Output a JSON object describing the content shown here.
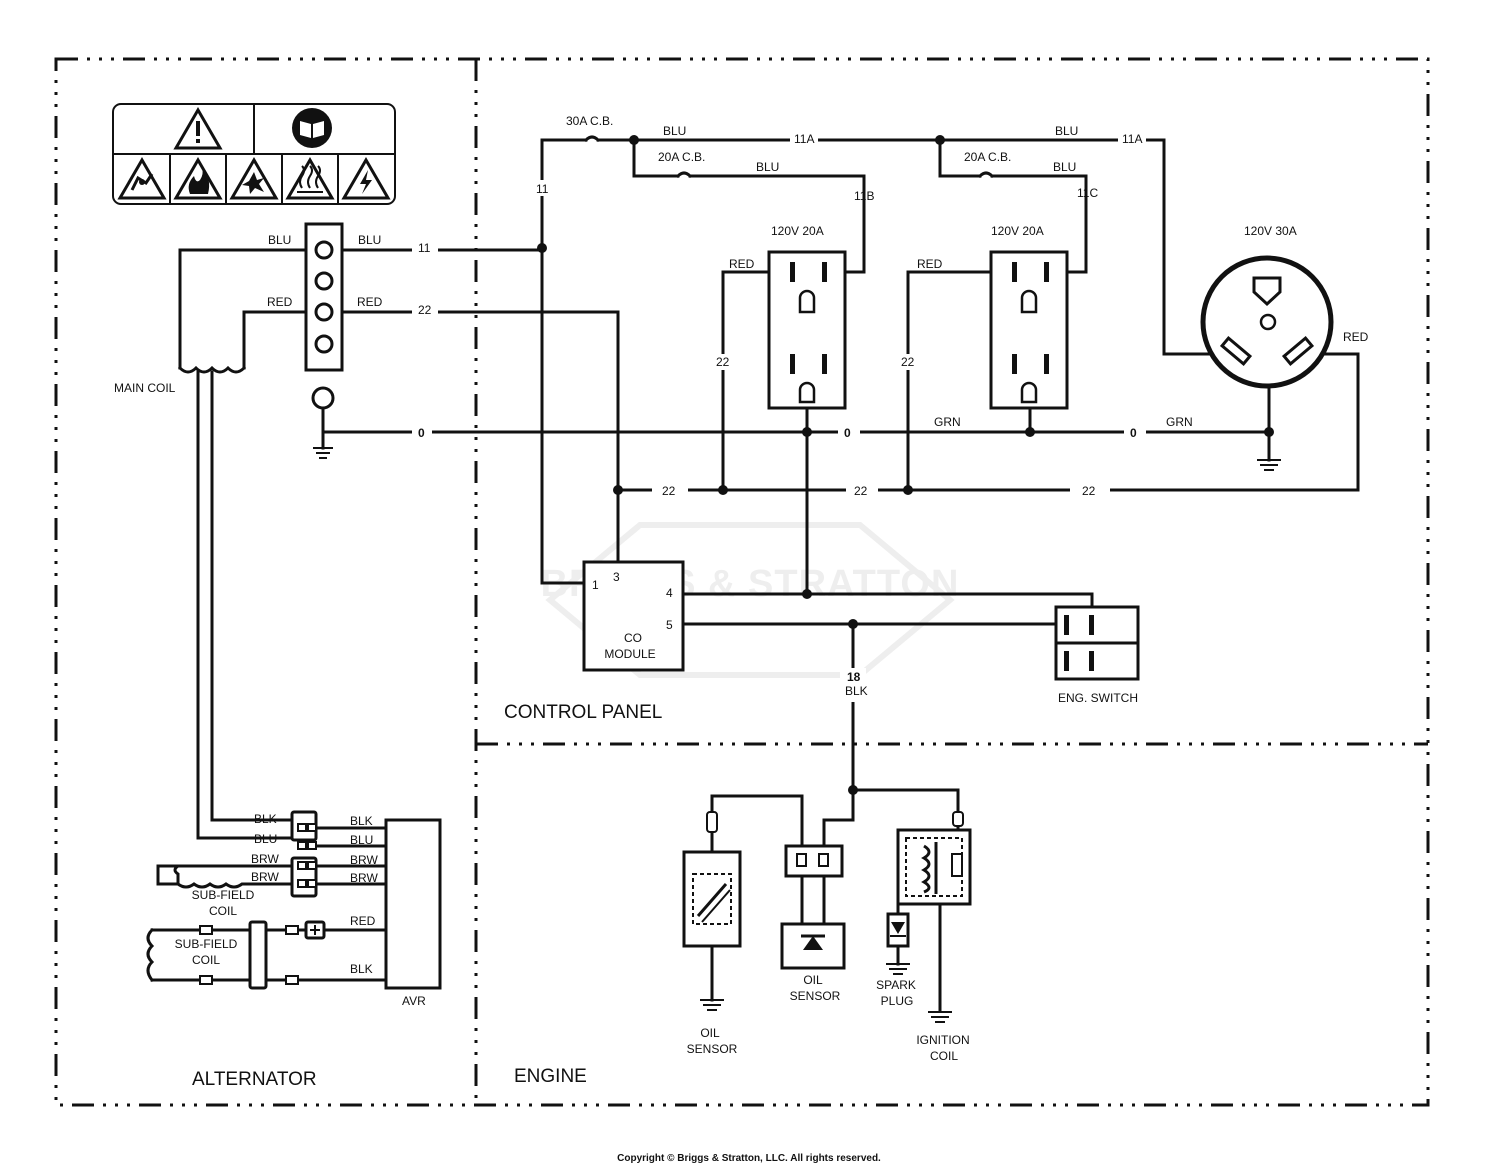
{
  "sections": {
    "alternator": "ALTERNATOR",
    "control_panel": "CONTROL PANEL",
    "engine": "ENGINE"
  },
  "watermark": "BRIGGS & STRATTON",
  "copyright": "Copyright © Briggs & Stratton, LLC. All rights reserved.",
  "icons": {
    "top": [
      "warning-triangle-icon",
      "read-manual-icon"
    ],
    "bottom": [
      "shock-hazard-icon",
      "fire-hazard-icon",
      "explosion-hazard-icon",
      "hot-surface-icon",
      "electrical-hazard-icon"
    ]
  },
  "wires": {
    "blu": "BLU",
    "red": "RED",
    "grn": "GRN",
    "blk": "BLK",
    "brw": "BRW",
    "w11": "11",
    "w11a": "11A",
    "w11b": "11B",
    "w11c": "11C",
    "w22": "22",
    "w0": "0",
    "w18": "18"
  },
  "components": {
    "main_coil": "MAIN COIL",
    "breaker_30a": "30A C.B.",
    "breaker_20a": "20A C.B.",
    "outlet_20a": "120V 20A",
    "outlet_30a": "120V 30A",
    "co_module": [
      "CO",
      "MODULE"
    ],
    "co_pins": [
      "1",
      "3",
      "4",
      "5"
    ],
    "eng_switch": "ENG. SWITCH",
    "sub_field_coil": [
      "SUB-FIELD",
      "COIL"
    ],
    "avr": "AVR",
    "oil_sensor": [
      "OIL",
      "SENSOR"
    ],
    "spark_plug": [
      "SPARK",
      "PLUG"
    ],
    "ignition_coil": [
      "IGNITION",
      "COIL"
    ]
  }
}
